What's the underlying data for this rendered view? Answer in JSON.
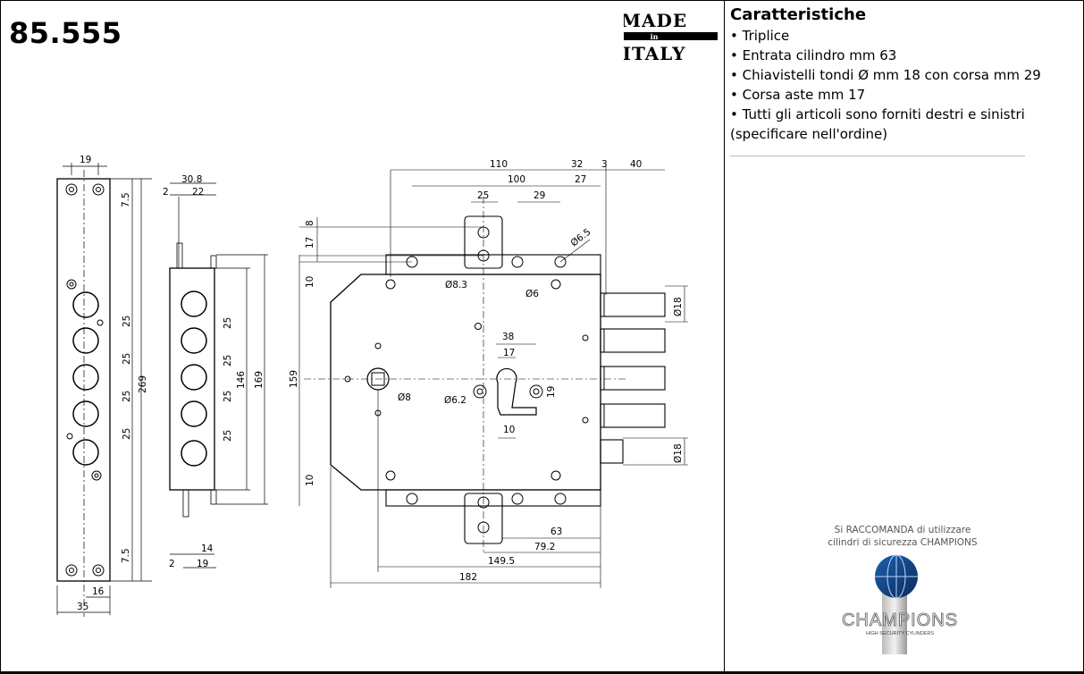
{
  "header": {
    "product_code": "85.555"
  },
  "badge": {
    "line1": "MADE",
    "line2": "in",
    "line3": "ITALY"
  },
  "features": {
    "title": "Caratteristiche",
    "items": [
      "Triplice",
      "Entrata cilindro mm 63",
      "Chiavistelli tondi Ø mm 18 con corsa mm 29",
      "Corsa aste mm 17",
      "Tutti gli articoli sono forniti destri e sinistri"
    ],
    "note": "(specificare nell'ordine)"
  },
  "recommendation": {
    "line1": "Si RACCOMANDA di utilizzare",
    "line2": "cilindri di sicurezza CHAMPIONS"
  },
  "logo": {
    "brand": "CHAMPIONS",
    "tagline": "HIGH SECURITY CYLINDERS"
  },
  "drawing": {
    "front_view": {
      "top_width": "19",
      "top_offset": "7.5",
      "pitches": [
        "25",
        "25",
        "25",
        "25"
      ],
      "height": "269",
      "bottom_offset": "7.5",
      "bottom_width": "16",
      "width": "35"
    },
    "side_view": {
      "width": "30.8",
      "small": "2",
      "inner": "22",
      "pitches": [
        "25",
        "25",
        "25",
        "25"
      ],
      "h1": "146",
      "h2": "169",
      "bottom_small": "2",
      "bottom_a": "19",
      "bottom_b": "14"
    },
    "body_view": {
      "top_dims": [
        "110",
        "32",
        "3",
        "40",
        "100",
        "27",
        "25",
        "29"
      ],
      "left_dims": [
        "8",
        "17",
        "10",
        "159",
        "10"
      ],
      "hole_labels": [
        "Ø6.5",
        "Ø8.3",
        "Ø6",
        "Ø8",
        "Ø6.2"
      ],
      "cyl_dims": [
        "38",
        "17",
        "19",
        "10"
      ],
      "bolt_dims": [
        "Ø18",
        "Ø18"
      ],
      "bottom_dims": [
        "63",
        "79.2",
        "149.5",
        "182"
      ]
    }
  }
}
